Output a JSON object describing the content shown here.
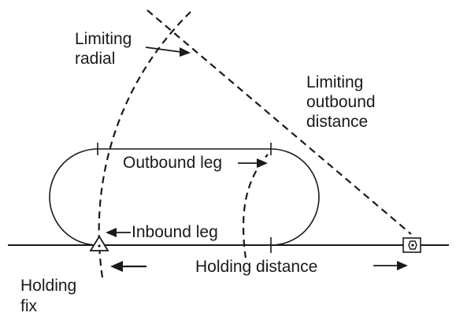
{
  "labels": {
    "limiting_radial_1": "Limiting",
    "limiting_radial_2": "radial",
    "limiting_outbound_1": "Limiting",
    "limiting_outbound_2": "outbound",
    "limiting_outbound_3": "distance",
    "outbound_leg": "Outbound leg",
    "inbound_leg": "Inbound leg",
    "holding_distance": "Holding distance",
    "holding_fix_1": "Holding",
    "holding_fix_2": "fix"
  },
  "colors": {
    "ink": "#1a1a1a",
    "background": "#ffffff"
  },
  "icons": {
    "holding_fix": "triangle-icon",
    "navaid": "vor-station-icon"
  }
}
